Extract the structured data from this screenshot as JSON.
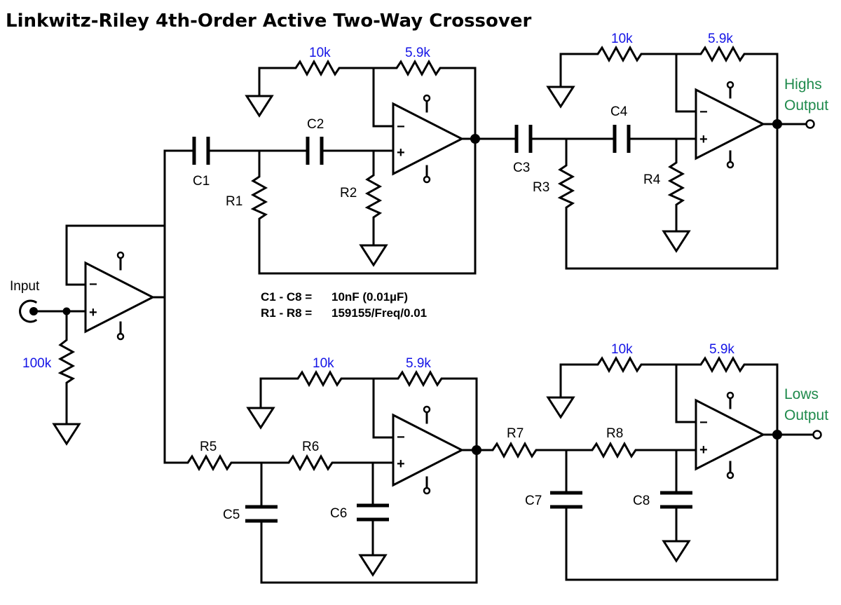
{
  "title": "Linkwitz-Riley 4th-Order Active Two-Way Crossover",
  "input_label": "Input",
  "input_resistor_value": "100k",
  "high_labels": {
    "c1": "C1",
    "c2": "C2",
    "r1": "R1",
    "r2": "R2",
    "c3": "C3",
    "c4": "C4",
    "r3": "R3",
    "r4": "R4",
    "stage1_fb_ground": "10k",
    "stage1_fb": "5.9k",
    "stage2_fb_ground": "10k",
    "stage2_fb": "5.9k"
  },
  "low_labels": {
    "r5": "R5",
    "r6": "R6",
    "c5": "C5",
    "c6": "C6",
    "r7": "R7",
    "r8": "R8",
    "c7": "C7",
    "c8": "C8",
    "stage1_fb_ground": "10k",
    "stage1_fb": "5.9k",
    "stage2_fb_ground": "10k",
    "stage2_fb": "5.9k"
  },
  "outputs": {
    "highs_line1": "Highs",
    "highs_line2": "Output",
    "lows_line1": "Lows",
    "lows_line2": "Output"
  },
  "notes": {
    "cap_key": "C1 - C8 =",
    "cap_value": "10nF (0.01µF)",
    "res_key": "R1 - R8 =",
    "res_value": "159155/Freq/0.01"
  },
  "opamp_signs": {
    "inverting": "−",
    "non_inverting": "+"
  }
}
